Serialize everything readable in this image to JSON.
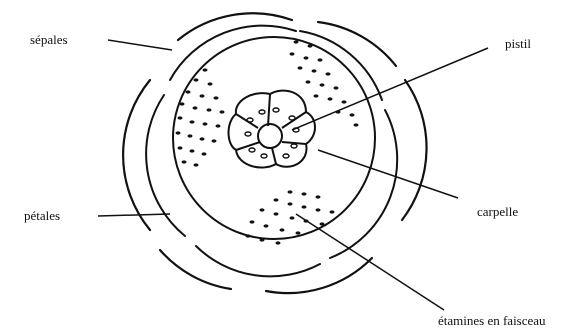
{
  "labels": {
    "sepales": "sépales",
    "petales": "pétales",
    "pistil": "pistil",
    "carpelle": "carpelle",
    "etamines": "étamines en faisceau"
  },
  "colors": {
    "ink": "#111111",
    "background": "#ffffff"
  }
}
